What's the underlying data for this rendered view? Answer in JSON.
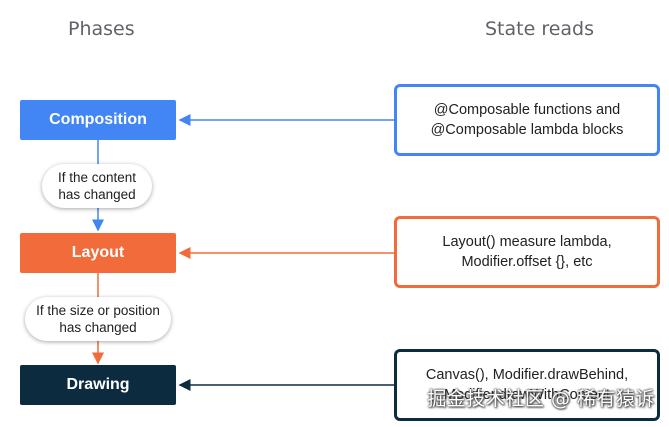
{
  "headers": {
    "phases": "Phases",
    "state_reads": "State reads"
  },
  "phases": [
    {
      "label": "Composition",
      "color": "#4285f4"
    },
    {
      "label": "Layout",
      "color": "#f26b3a"
    },
    {
      "label": "Drawing",
      "color": "#0d2b3e"
    }
  ],
  "state_reads": [
    {
      "text": "@Composable functions and\n@Composable lambda blocks",
      "color": "#4285f4"
    },
    {
      "text": "Layout() measure lambda,\nModifier.offset {}, etc",
      "color": "#f26b3a"
    },
    {
      "text": "Canvas(), Modifier.drawBehind,\nModifier.drawWithContent",
      "color": "#0d2b3e"
    }
  ],
  "conditions": [
    {
      "text": "If the content\nhas changed"
    },
    {
      "text": "If the size or position\nhas changed"
    }
  ],
  "watermark": "掘金技术社区 @ 稀有猿诉"
}
